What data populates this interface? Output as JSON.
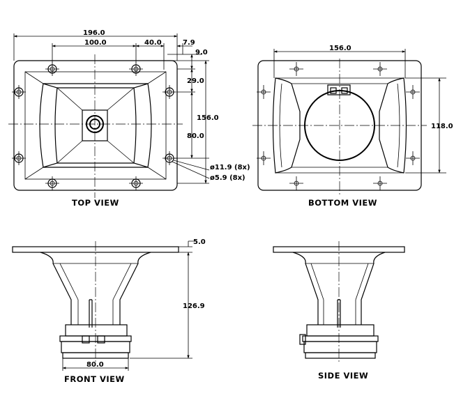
{
  "views": {
    "top": {
      "title": "TOP VIEW",
      "dims": {
        "overall_width": "196.0",
        "hole_spacing": "100.0",
        "hole_offset": "40.0",
        "edge_offset": "7.9",
        "flange_margin": "9.0",
        "hole_depth": "29.0",
        "overall_height": "156.0",
        "hole_height": "80.0",
        "hole_outer": "ø11.9 (8x)",
        "hole_inner": "ø5.9 (8x)"
      }
    },
    "bottom": {
      "title": "BOTTOM VIEW",
      "dims": {
        "width": "156.0",
        "height": "118.0"
      }
    },
    "front": {
      "title": "FRONT VIEW",
      "dims": {
        "flange_thickness": "5.0",
        "height": "126.9",
        "base_width": "80.0"
      }
    },
    "side": {
      "title": "SIDE VIEW"
    }
  }
}
